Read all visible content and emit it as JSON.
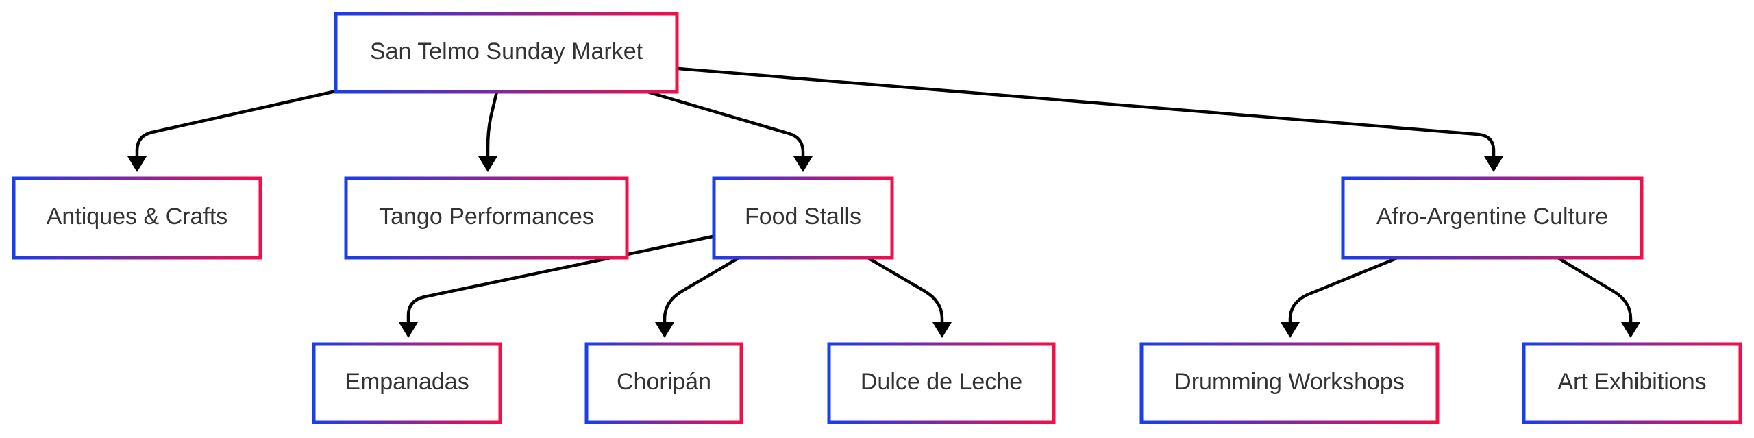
{
  "colors": {
    "border_start": "#1a3ee8",
    "border_end": "#f0104a",
    "edge": "#000000",
    "text": "#333333",
    "background": "#ffffff"
  },
  "nodes": [
    {
      "id": "san-telmo-sunday-market",
      "label": "San Telmo Sunday Market"
    },
    {
      "id": "antiques-crafts",
      "label": "Antiques & Crafts"
    },
    {
      "id": "tango-performances",
      "label": "Tango Performances"
    },
    {
      "id": "food-stalls",
      "label": "Food Stalls"
    },
    {
      "id": "afro-argentine-culture",
      "label": "Afro-Argentine Culture"
    },
    {
      "id": "empanadas",
      "label": "Empanadas"
    },
    {
      "id": "choripan",
      "label": "Choripán"
    },
    {
      "id": "dulce-de-leche",
      "label": "Dulce de Leche"
    },
    {
      "id": "drumming-workshops",
      "label": "Drumming Workshops"
    },
    {
      "id": "art-exhibitions",
      "label": "Art Exhibitions"
    }
  ],
  "edges": [
    {
      "from": "san-telmo-sunday-market",
      "to": "antiques-crafts"
    },
    {
      "from": "san-telmo-sunday-market",
      "to": "tango-performances"
    },
    {
      "from": "san-telmo-sunday-market",
      "to": "food-stalls"
    },
    {
      "from": "san-telmo-sunday-market",
      "to": "afro-argentine-culture"
    },
    {
      "from": "food-stalls",
      "to": "empanadas"
    },
    {
      "from": "food-stalls",
      "to": "choripan"
    },
    {
      "from": "food-stalls",
      "to": "dulce-de-leche"
    },
    {
      "from": "afro-argentine-culture",
      "to": "drumming-workshops"
    },
    {
      "from": "afro-argentine-culture",
      "to": "art-exhibitions"
    }
  ]
}
